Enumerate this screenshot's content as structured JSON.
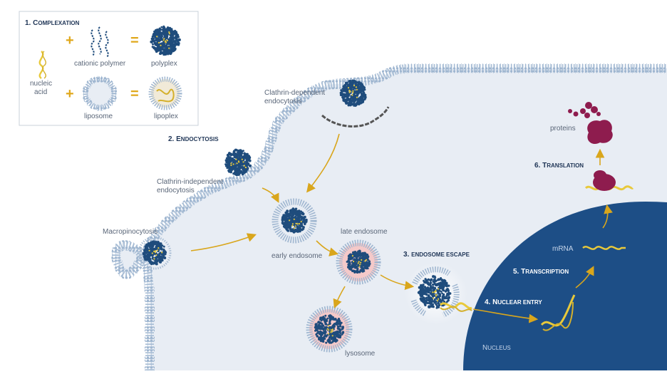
{
  "complexation": {
    "title_num": "1. ",
    "title_cap": "C",
    "title_rest": "OMPLEXATION",
    "nucleic_acid_line1": "nucleic",
    "nucleic_acid_line2": "acid",
    "cationic_polymer": "cationic polymer",
    "polyplex": "polyplex",
    "liposome": "liposome",
    "lipoplex": "lipoplex",
    "plus": "+",
    "equals": "="
  },
  "steps": {
    "endocytosis": {
      "num": "2. ",
      "cap": "E",
      "rest": "NDOCYTOSIS"
    },
    "endosome_escape": {
      "num": "3. ",
      "cap": "",
      "rest": "ENDOSOME ESCAPE"
    },
    "nuclear_entry": {
      "num": "4. ",
      "cap": "N",
      "rest": "UCLEAR ENTRY"
    },
    "transcription": {
      "num": "5. ",
      "cap": "T",
      "rest": "RANSCRIPTION"
    },
    "translation": {
      "num": "6. ",
      "cap": "T",
      "rest": "RANSLATION"
    }
  },
  "labels": {
    "clathrin_dependent_1": "Clathrin-dependent",
    "clathrin_dependent_2": "endocytosis",
    "clathrin_independent_1": "Clathrin-independent",
    "clathrin_independent_2": "endocytosis",
    "macropinocytosis": "Macropinocytosis",
    "early_endosome": "early endosome",
    "late_endosome": "late endosome",
    "lysosome": "lysosome",
    "proteins": "proteins",
    "mrna": "mRNA",
    "nucleus_cap": "N",
    "nucleus_rest": "UCLEUS"
  },
  "colors": {
    "cytoplasm": "#e8edf4",
    "membrane": "#9fb6d0",
    "nucleus": "#1d4e86",
    "arrow": "#d9a61c",
    "polymer": "#1f4c7c",
    "nucleic_acid": "#e8c93b",
    "protein": "#8e1c4e",
    "lysosome_fill": "#f4c9c9"
  }
}
